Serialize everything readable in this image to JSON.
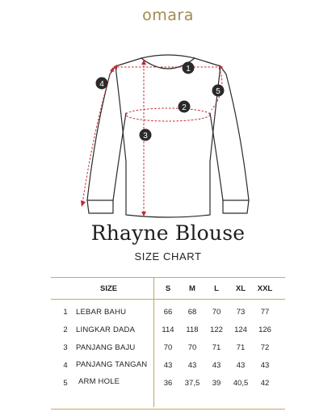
{
  "brand": "omara",
  "title": "Rhayne Blouse",
  "subtitle": "SIZE CHART",
  "markers": [
    "1",
    "2",
    "3",
    "4",
    "5"
  ],
  "table": {
    "header_label": "SIZE",
    "sizes": [
      "S",
      "M",
      "L",
      "XL",
      "XXL"
    ],
    "rows": [
      {
        "no": "1",
        "label": "LEBAR BAHU",
        "values": [
          "66",
          "68",
          "70",
          "73",
          "77"
        ]
      },
      {
        "no": "2",
        "label": "LINGKAR DADA",
        "values": [
          "114",
          "118",
          "122",
          "124",
          "126"
        ]
      },
      {
        "no": "3",
        "label": "PANJANG BAJU",
        "values": [
          "70",
          "70",
          "71",
          "71",
          "72"
        ]
      },
      {
        "no": "4",
        "label": "PANJANG TANGAN",
        "values": [
          "43",
          "43",
          "43",
          "43",
          "43"
        ]
      },
      {
        "no": "5",
        "label": "ARM HOLE",
        "values": [
          "36",
          "37,5",
          "39",
          "40,5",
          "42"
        ]
      }
    ]
  },
  "colors": {
    "brand": "#a08a4e",
    "measure": "#c0282f",
    "rule": "#c7a85e"
  }
}
